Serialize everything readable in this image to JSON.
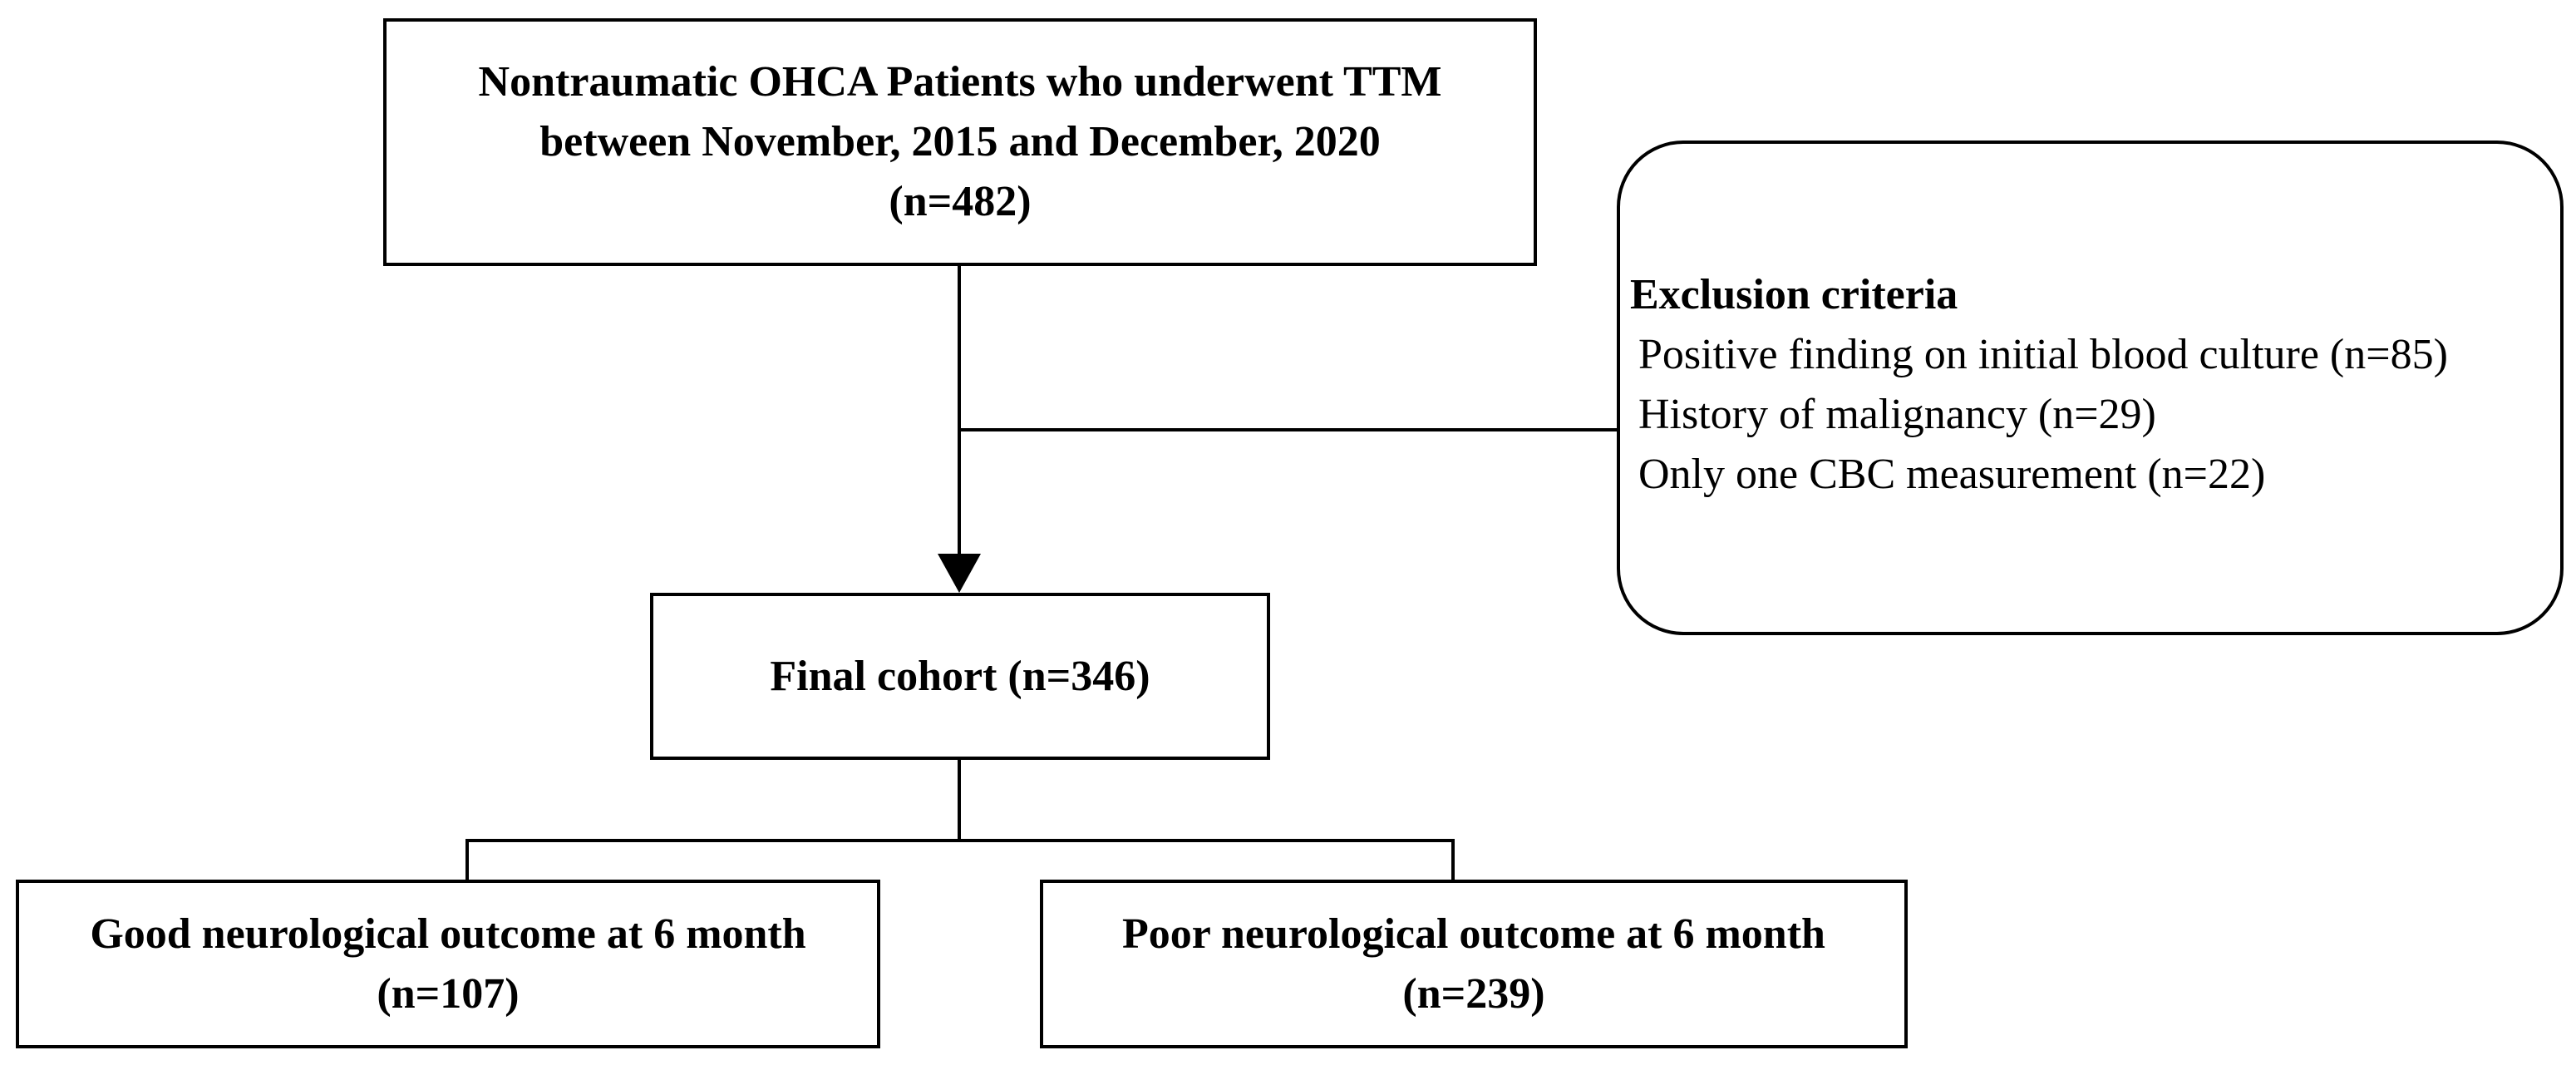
{
  "flowchart": {
    "source_box": {
      "line1": "Nontraumatic OHCA Patients who underwent TTM",
      "line2": "between November, 2015 and December, 2020",
      "count": "(n=482)"
    },
    "exclusion_box": {
      "title": "Exclusion criteria",
      "items": [
        "Positive finding on initial blood culture (n=85)",
        "History of malignancy (n=29)",
        "Only one CBC measurement (n=22)"
      ]
    },
    "final_box": {
      "label": "Final cohort (n=346)"
    },
    "outcome_boxes": [
      {
        "label": "Good neurological outcome at 6 month",
        "count": "(n=107)"
      },
      {
        "label": "Poor neurological outcome at 6 month",
        "count": "(n=239)"
      }
    ]
  }
}
